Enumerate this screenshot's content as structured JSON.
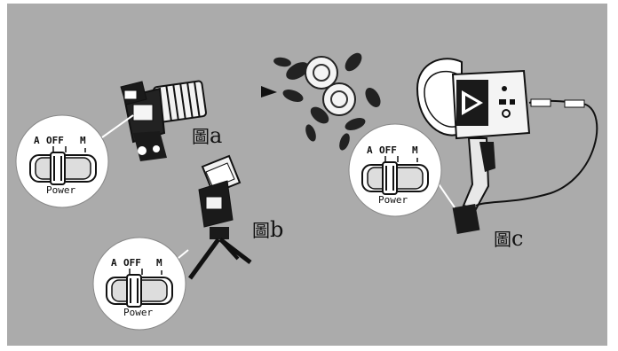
{
  "figures": [
    {
      "id": "a",
      "zh_char": "圖",
      "letter": "a"
    },
    {
      "id": "b",
      "zh_char": "圖",
      "letter": "b"
    },
    {
      "id": "c",
      "zh_char": "圖",
      "letter": "c"
    }
  ],
  "switch": {
    "mode_a": "A",
    "mode_off": "OFF",
    "mode_m": "M",
    "label": "Power"
  },
  "colors": {
    "background": "#ababab",
    "device_dark": "#1a1a1a",
    "device_light": "#ffffff"
  }
}
